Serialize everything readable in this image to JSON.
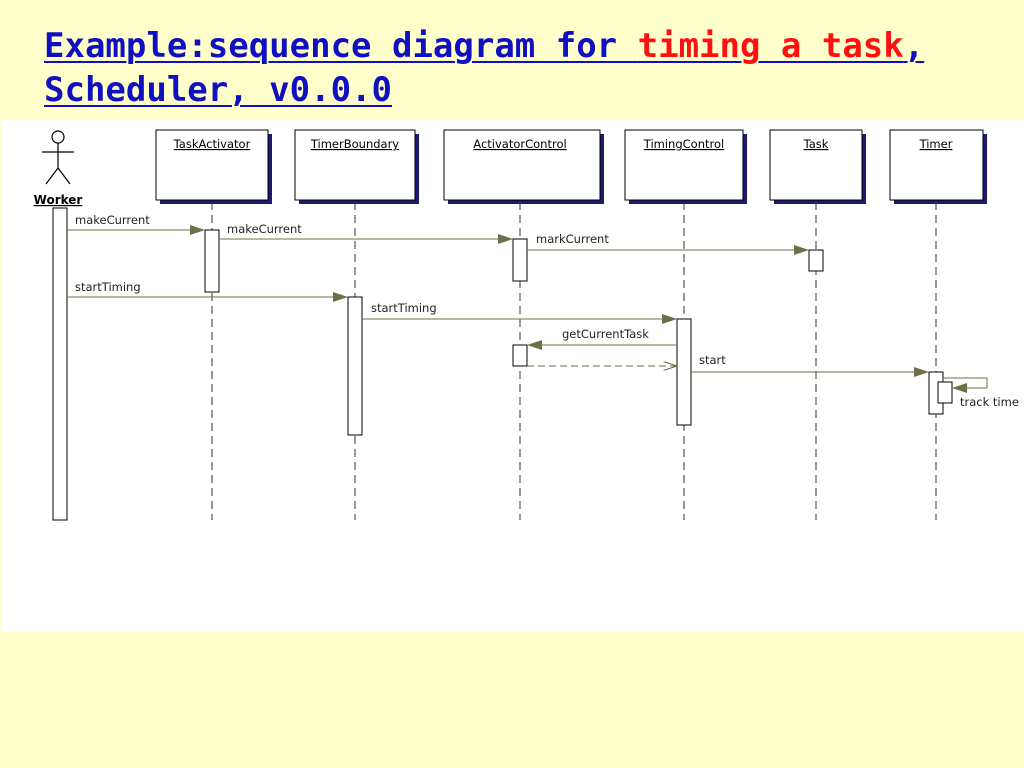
{
  "title": {
    "part1": "Example:sequence diagram for ",
    "highlight": "timing a task",
    "part2": ",",
    "line2": "Scheduler, v0.0.0"
  },
  "colors": {
    "background": "#ffffcc",
    "title": "#1010c0",
    "highlight": "#ff1010",
    "object_shadow": "#1a1a6e",
    "message_line": "#6f6f4a"
  },
  "actor": {
    "name": "Worker",
    "icon": "stick-figure-icon"
  },
  "participants": [
    {
      "id": "taskactivator",
      "name": "TaskActivator"
    },
    {
      "id": "timerboundary",
      "name": "TimerBoundary"
    },
    {
      "id": "activatorcontrol",
      "name": "ActivatorControl"
    },
    {
      "id": "timingcontrol",
      "name": "TimingControl"
    },
    {
      "id": "task",
      "name": "Task"
    },
    {
      "id": "timer",
      "name": "Timer"
    }
  ],
  "messages": [
    {
      "from": "Worker",
      "to": "TaskActivator",
      "label": "makeCurrent",
      "kind": "sync"
    },
    {
      "from": "TaskActivator",
      "to": "ActivatorControl",
      "label": "makeCurrent",
      "kind": "sync"
    },
    {
      "from": "ActivatorControl",
      "to": "Task",
      "label": "markCurrent",
      "kind": "sync"
    },
    {
      "from": "Worker",
      "to": "TimerBoundary",
      "label": "startTiming",
      "kind": "sync"
    },
    {
      "from": "TimerBoundary",
      "to": "TimingControl",
      "label": "startTiming",
      "kind": "sync"
    },
    {
      "from": "TimingControl",
      "to": "ActivatorControl",
      "label": "getCurrentTask",
      "kind": "sync"
    },
    {
      "from": "ActivatorControl",
      "to": "TimingControl",
      "label": "",
      "kind": "return"
    },
    {
      "from": "TimingControl",
      "to": "Timer",
      "label": "start",
      "kind": "sync"
    },
    {
      "from": "Timer",
      "to": "Timer",
      "label": "track time",
      "kind": "self"
    }
  ]
}
